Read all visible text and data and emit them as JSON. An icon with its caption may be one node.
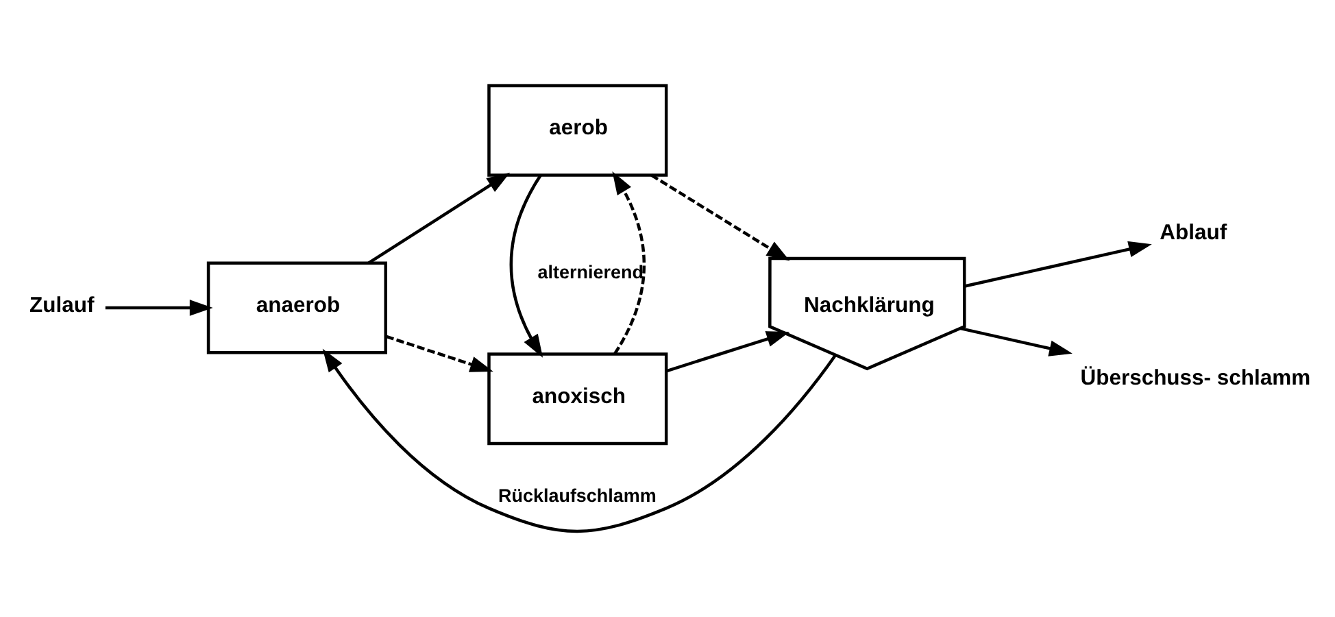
{
  "diagram": {
    "nodes": [
      {
        "text": [
          "Zulauf"
        ]
      },
      {
        "text": [
          "anaerob"
        ]
      },
      {
        "text": [
          "aerob"
        ]
      },
      {
        "text": [
          "anoxisch"
        ]
      },
      {
        "text": [
          "Nachklärung"
        ]
      },
      {
        "text": [
          "Ablauf"
        ]
      },
      {
        "text": [
          "Überschuss- schlamm"
        ]
      }
    ],
    "edges": [
      {
        "from": 0,
        "to": 1,
        "arrow": "to"
      },
      {
        "from": 1,
        "to": 2,
        "arrow": "to"
      },
      {
        "from": 1,
        "to": 3,
        "arrow": "to",
        "style": "dashed"
      },
      {
        "from": 3,
        "to": 2,
        "arrow": "to",
        "style": "dashed",
        "label": "alternierend"
      },
      {
        "from": 2,
        "to": 3,
        "arrow": "to"
      },
      {
        "from": 2,
        "to": 4,
        "arrow": "to",
        "style": "dashed"
      },
      {
        "from": 3,
        "to": 4,
        "arrow": "to"
      },
      {
        "from": 4,
        "to": 5,
        "arrow": "to"
      },
      {
        "from": 4,
        "to": 1,
        "arrow": "to",
        "label": "Rücklaufschlamm"
      },
      {
        "from": 4,
        "to": 6,
        "arrow": "to"
      }
    ]
  }
}
